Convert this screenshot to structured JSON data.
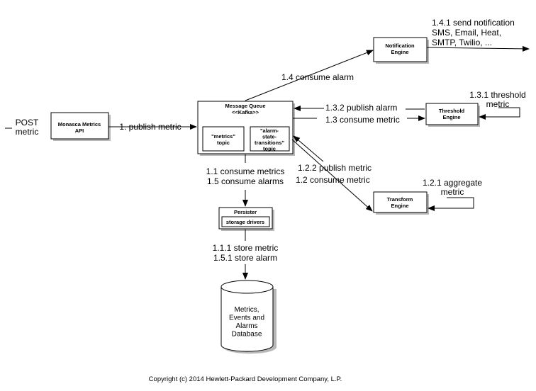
{
  "nodes": {
    "api": "Monasca Metrics\nAPI",
    "mq_title": "Message Queue\n<<Kafka>>",
    "metrics_topic": "\"metrics\"\ntopic",
    "alarm_topic": "\"alarm-\nstate-\ntransitions\"\ntopic",
    "notification": "Notification\nEngine",
    "threshold": "Threshold\nEngine",
    "transform": "Transform\nEngine",
    "persister": "Persister",
    "storage_drivers": "storage drivers",
    "database": "Metrics,\nEvents and\nAlarms\nDatabase"
  },
  "labels": {
    "post_metric": "POST\nmetric",
    "publish_metric": "1. publish metric",
    "consume_alarm": "1.4 consume alarm",
    "send_notification": "1.4.1 send notification\nSMS, Email, Heat,\nSMTP, Twilio, ...",
    "publish_alarm": "1.3.2 publish alarm",
    "consume_metric_13": "1.3 consume metric",
    "threshold_metric": "1.3.1 threshold\nmetric",
    "publish_metric_122": "1.2.2 publish metric",
    "consume_metric_12": "1.2 consume metric",
    "aggregate_metric": "1.2.1 aggregate\nmetric",
    "consume_persister": "1.1 consume metrics\n1.5 consume alarms",
    "store": "1.1.1 store metric\n1.5.1 store alarm"
  },
  "footer": {
    "copyright": "Copyright (c) 2014 Hewlett-Packard Development Company, L.P."
  }
}
